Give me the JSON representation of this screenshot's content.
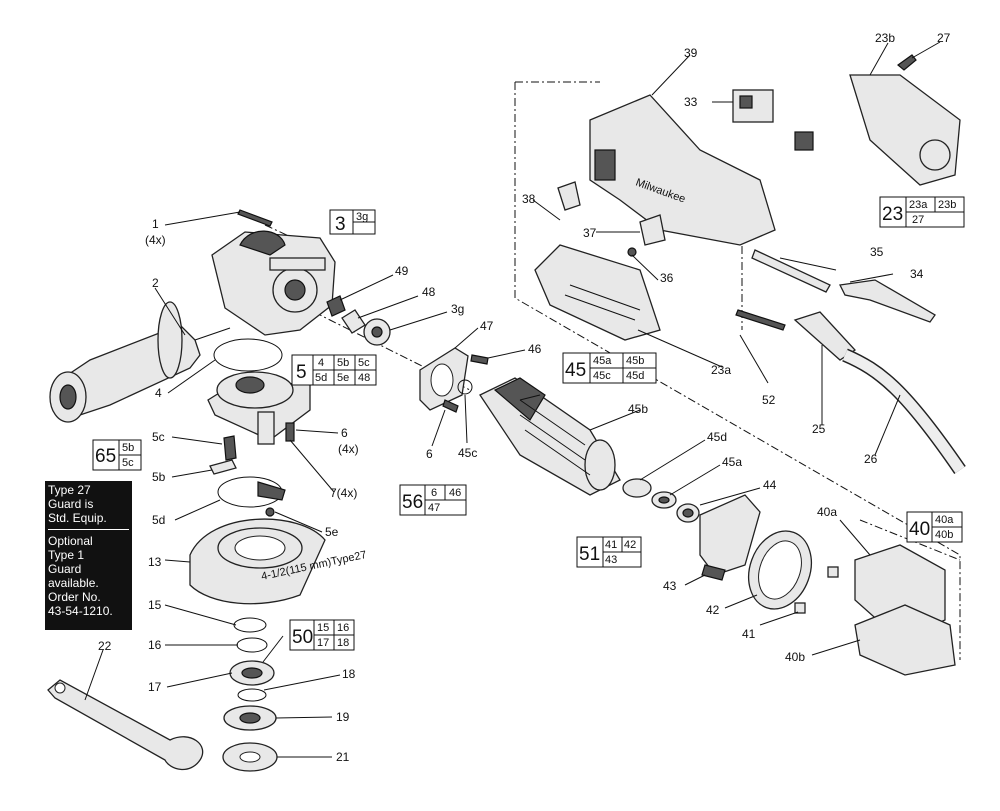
{
  "labels": {
    "l1": "1",
    "l1x": "(4x)",
    "l2": "2",
    "l4": "4",
    "l5c": "5c",
    "l5b": "5b",
    "l5d": "5d",
    "l5e": "5e",
    "l6a": "6",
    "l6ax": "(4x)",
    "l7": "7(4x)",
    "l6b": "6",
    "l13": "13",
    "l15": "15",
    "l16": "16",
    "l17": "17",
    "l18": "18",
    "l19": "19",
    "l21": "21",
    "l22": "22",
    "l49": "49",
    "l48": "48",
    "l3g": "3g",
    "l47": "47",
    "l46": "46",
    "l45c": "45c",
    "l45b": "45b",
    "l45d": "45d",
    "l45a": "45a",
    "l44": "44",
    "l43": "43",
    "l42": "42",
    "l41": "41",
    "l40a": "40a",
    "l40b": "40b",
    "l39": "39",
    "l33": "33",
    "l38": "38",
    "l37": "37",
    "l36": "36",
    "l35": "35",
    "l34": "34",
    "l23a": "23a",
    "l52": "52",
    "l25": "25",
    "l26": "26",
    "l23b": "23b",
    "l27": "27"
  },
  "boxes": {
    "b3": {
      "main": "3",
      "subs": [
        "3g"
      ]
    },
    "b5": {
      "main": "5",
      "subs": [
        "4",
        "5b",
        "5c",
        "5d",
        "5e",
        "48"
      ]
    },
    "b65": {
      "main": "65",
      "subs": [
        "5b",
        "5c"
      ]
    },
    "b45": {
      "main": "45",
      "subs": [
        "45a",
        "45b",
        "45c",
        "45d"
      ]
    },
    "b56": {
      "main": "56",
      "subs": [
        "6",
        "46",
        "47"
      ]
    },
    "b51": {
      "main": "51",
      "subs": [
        "41",
        "42",
        "43"
      ]
    },
    "b50": {
      "main": "50",
      "subs": [
        "15",
        "16",
        "17",
        "18"
      ]
    },
    "b40": {
      "main": "40",
      "subs": [
        "40a",
        "40b"
      ]
    },
    "b23": {
      "main": "23",
      "subs": [
        "23a",
        "23b",
        "27"
      ]
    }
  },
  "note": {
    "line1": "Type 27",
    "line2": "Guard is",
    "line3": "Std. Equip.",
    "line4": "Optional",
    "line5": "Type 1",
    "line6": "Guard",
    "line7": "available.",
    "line8": "Order No.",
    "line9": "43-54-1210."
  },
  "brand_text": "Milwaukee",
  "guard_text": "4-1/2(115 mm)Type27"
}
